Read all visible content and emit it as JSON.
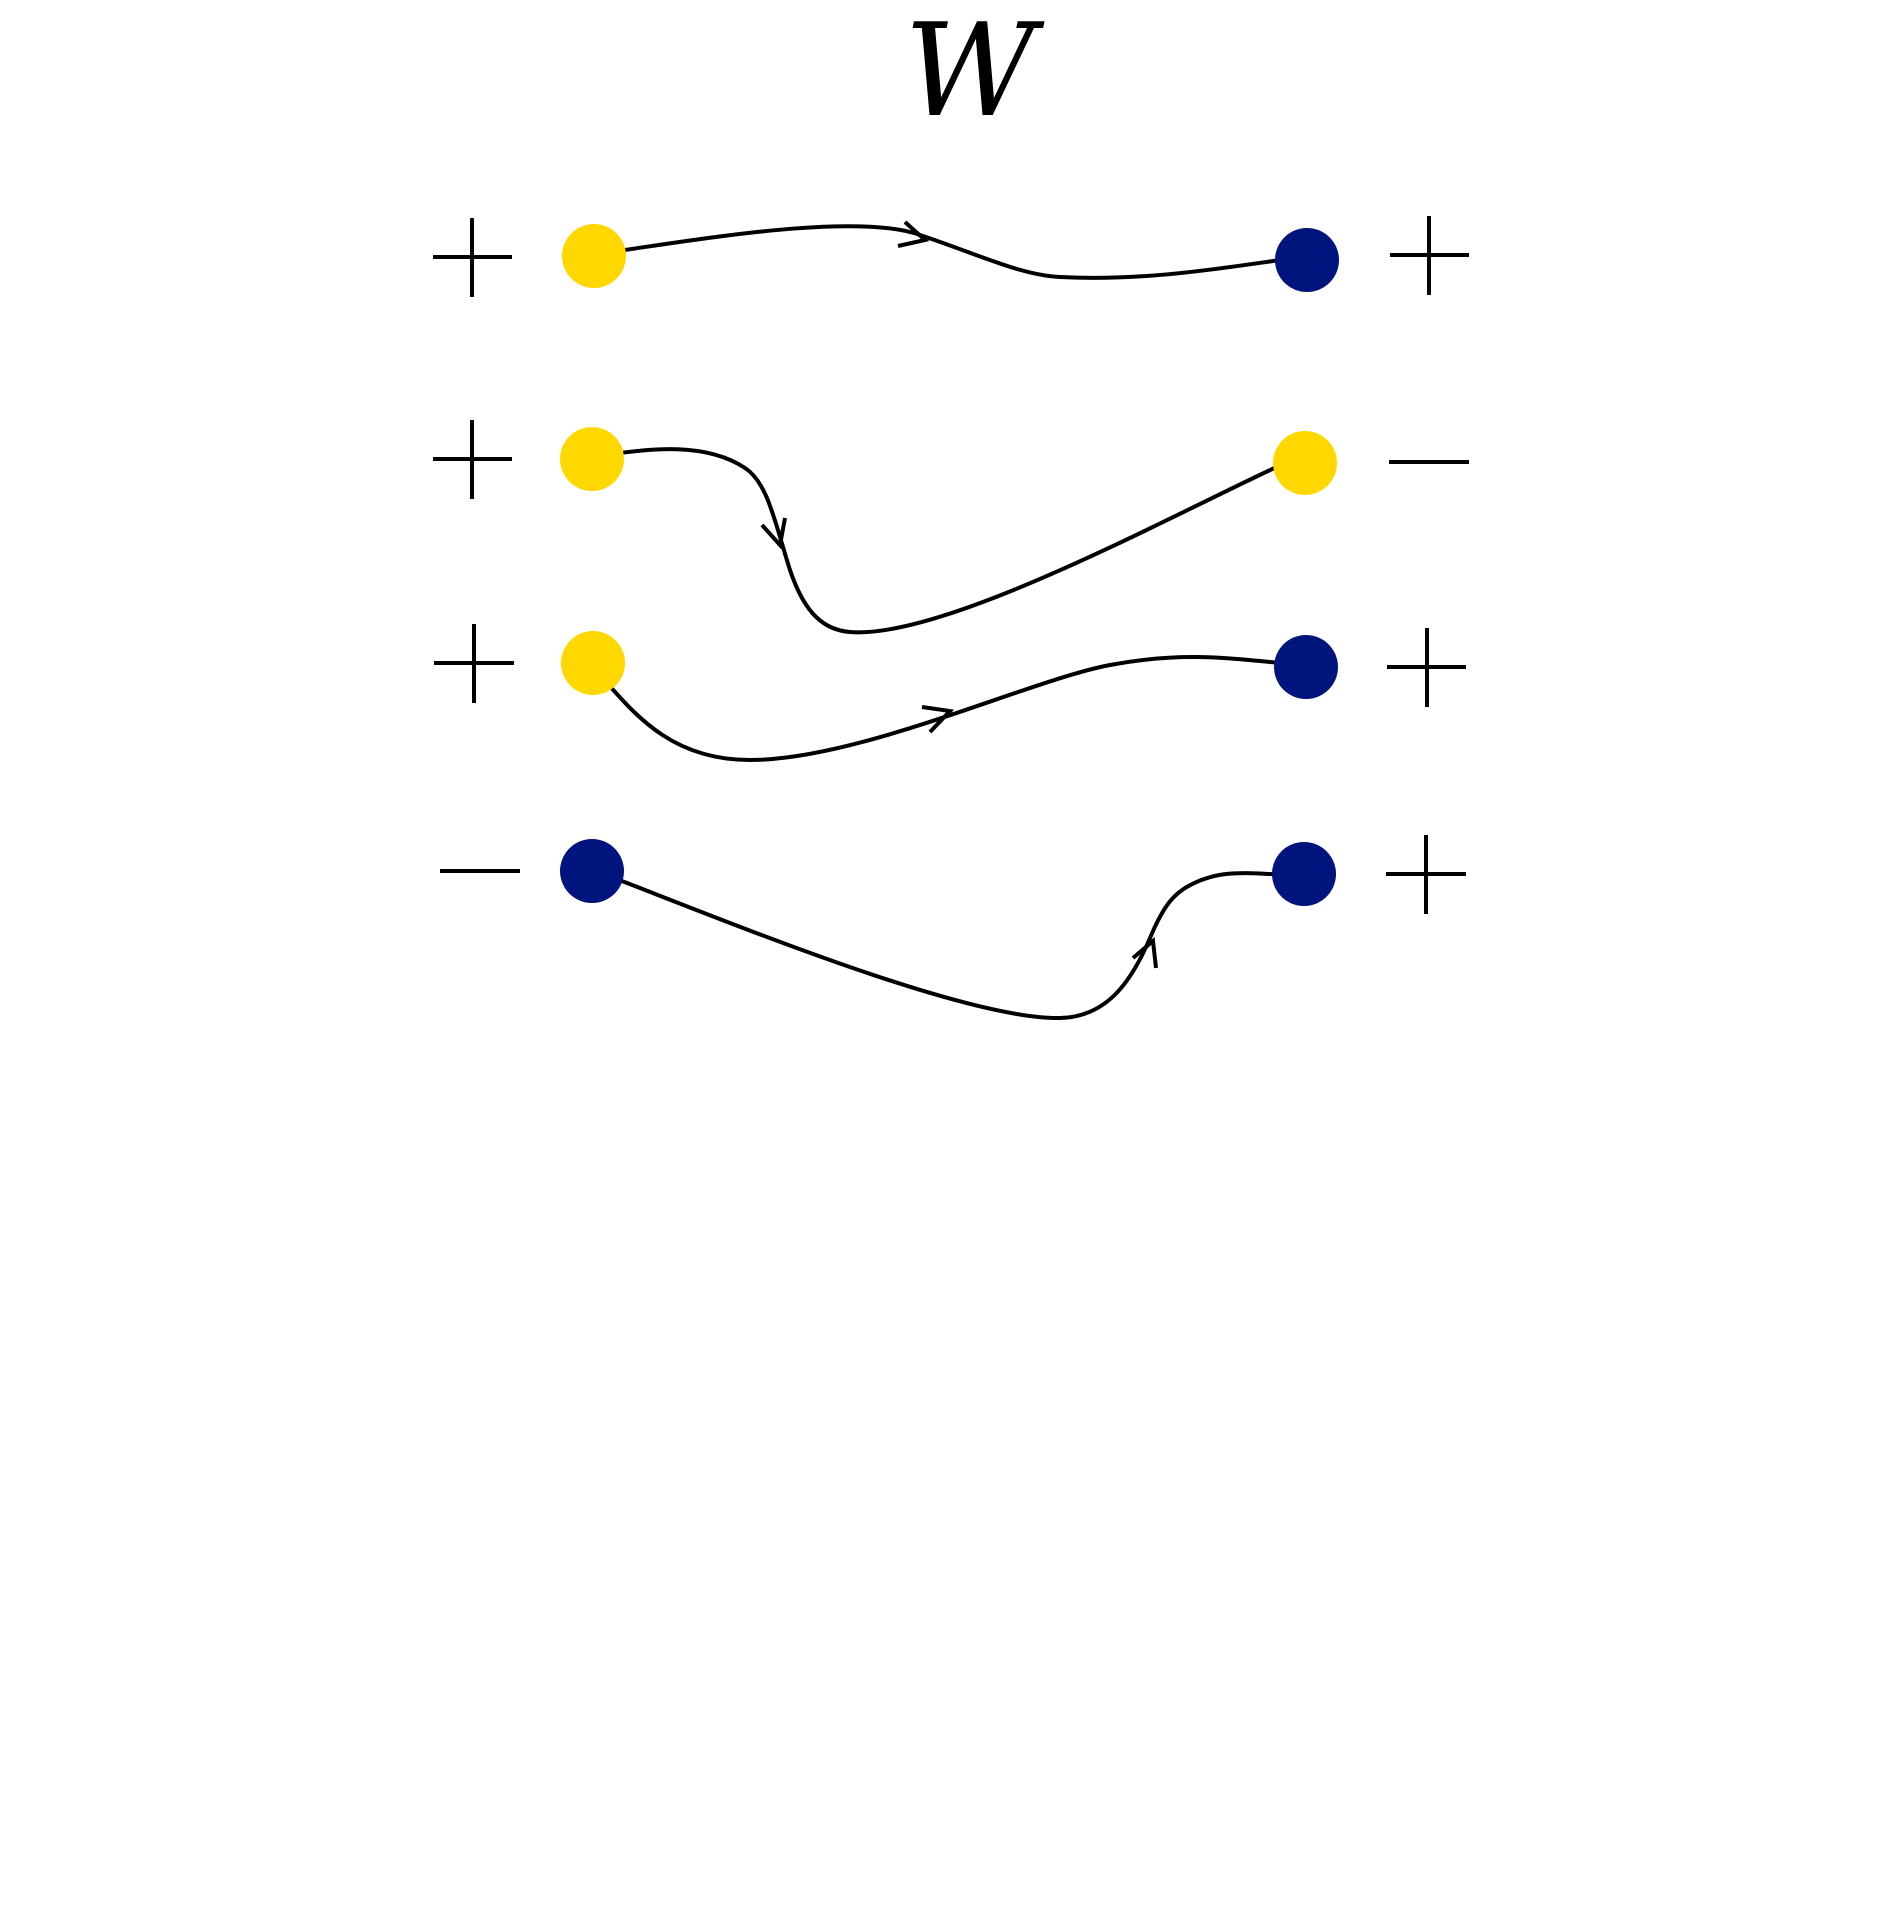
{
  "diagram": {
    "title": "W",
    "colors": {
      "yellow": "#FFD800",
      "blue": "#00147D",
      "line": "#000000"
    },
    "rows": [
      {
        "left_sign": "+",
        "left_color": "yellow",
        "right_color": "blue",
        "right_sign": "+"
      },
      {
        "left_sign": "+",
        "left_color": "yellow",
        "right_color": "yellow",
        "right_sign": "-"
      },
      {
        "left_sign": "+",
        "left_color": "yellow",
        "right_color": "blue",
        "right_sign": "+"
      },
      {
        "left_sign": "-",
        "left_color": "blue",
        "right_color": "blue",
        "right_sign": "+"
      }
    ]
  }
}
